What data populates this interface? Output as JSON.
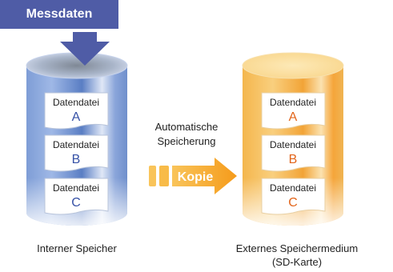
{
  "header": {
    "label": "Messdaten"
  },
  "process": {
    "line1": "Automatische",
    "line2": "Speicherung",
    "copy_label": "Kopie"
  },
  "internal": {
    "caption": "Interner Speicher",
    "files": [
      {
        "title": "Datendatei",
        "letter": "A"
      },
      {
        "title": "Datendatei",
        "letter": "B"
      },
      {
        "title": "Datendatei",
        "letter": "C"
      }
    ]
  },
  "external": {
    "caption_line1": "Externes Speichermedium",
    "caption_line2": "(SD-Karte)",
    "files": [
      {
        "title": "Datendatei",
        "letter": "A"
      },
      {
        "title": "Datendatei",
        "letter": "B"
      },
      {
        "title": "Datendatei",
        "letter": "C"
      }
    ]
  },
  "colors": {
    "internal_cylinder": "#6b8ed0",
    "external_cylinder": "#f5b54a",
    "header_box": "#4f5ca6",
    "copy_arrow": "#f7a623",
    "internal_letters": "#3651a6",
    "external_letters": "#e2651b"
  },
  "icons": [
    "down-arrow-icon",
    "copy-arrow-icon"
  ]
}
